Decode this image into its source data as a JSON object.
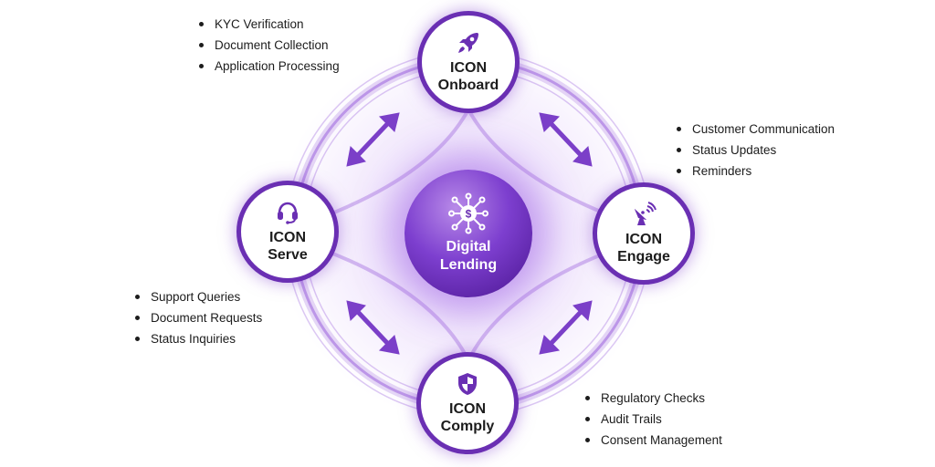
{
  "colors": {
    "accent": "#6a2fb3",
    "hub": "#7d3fcf",
    "text": "#1c1c1c"
  },
  "hub": {
    "line1": "Digital",
    "line2": "Lending",
    "icon": "dollar-network-icon"
  },
  "nodes": {
    "onboard": {
      "line1": "ICON",
      "line2": "Onboard",
      "icon": "rocket-icon",
      "items": [
        "KYC Verification",
        "Document Collection",
        "Application Processing"
      ]
    },
    "engage": {
      "line1": "ICON",
      "line2": "Engage",
      "icon": "satellite-dish-icon",
      "items": [
        "Customer Communication",
        "Status Updates",
        "Reminders"
      ]
    },
    "serve": {
      "line1": "ICON",
      "line2": "Serve",
      "icon": "headset-icon",
      "items": [
        "Support Queries",
        "Document Requests",
        "Status Inquiries"
      ]
    },
    "comply": {
      "line1": "ICON",
      "line2": "Comply",
      "icon": "shield-icon",
      "items": [
        "Regulatory Checks",
        "Audit Trails",
        "Consent Management"
      ]
    }
  }
}
